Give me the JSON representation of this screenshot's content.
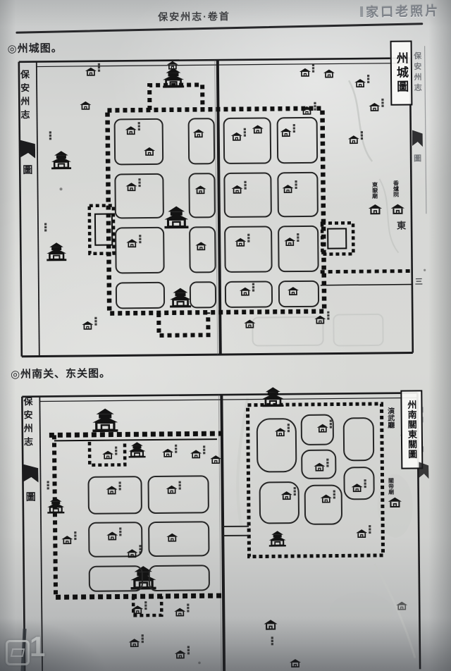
{
  "page": {
    "header_title": "保安州志·卷首",
    "photo_watermark": "家口老照片",
    "corner_watermark": "1"
  },
  "sections": {
    "city_map_label": "◎州城图。",
    "gates_map_label": "◎州南关、东关图。"
  },
  "map_city": {
    "title_box": "州城圖",
    "spine_left_book": "保安州志",
    "spine_left_mark": "圖",
    "spine_right_book": "保安州志",
    "spine_right_mark": "圖",
    "spine_right_page_no": "三",
    "label_east": "東",
    "label_dongyue_temple": "東嶽廟",
    "label_xianglu_yard": "香爐院"
  },
  "map_gates": {
    "title_box": "州南關東關圖",
    "spine_left_book": "保安州志",
    "spine_left_mark": "圖",
    "label_yanwu_hall": "演武廳",
    "label_guandi_temple": "關帝廟"
  },
  "colors": {
    "ink": "#1a1a1a",
    "paper": "#d6d7d4",
    "watermark_gray": "#80858c"
  }
}
